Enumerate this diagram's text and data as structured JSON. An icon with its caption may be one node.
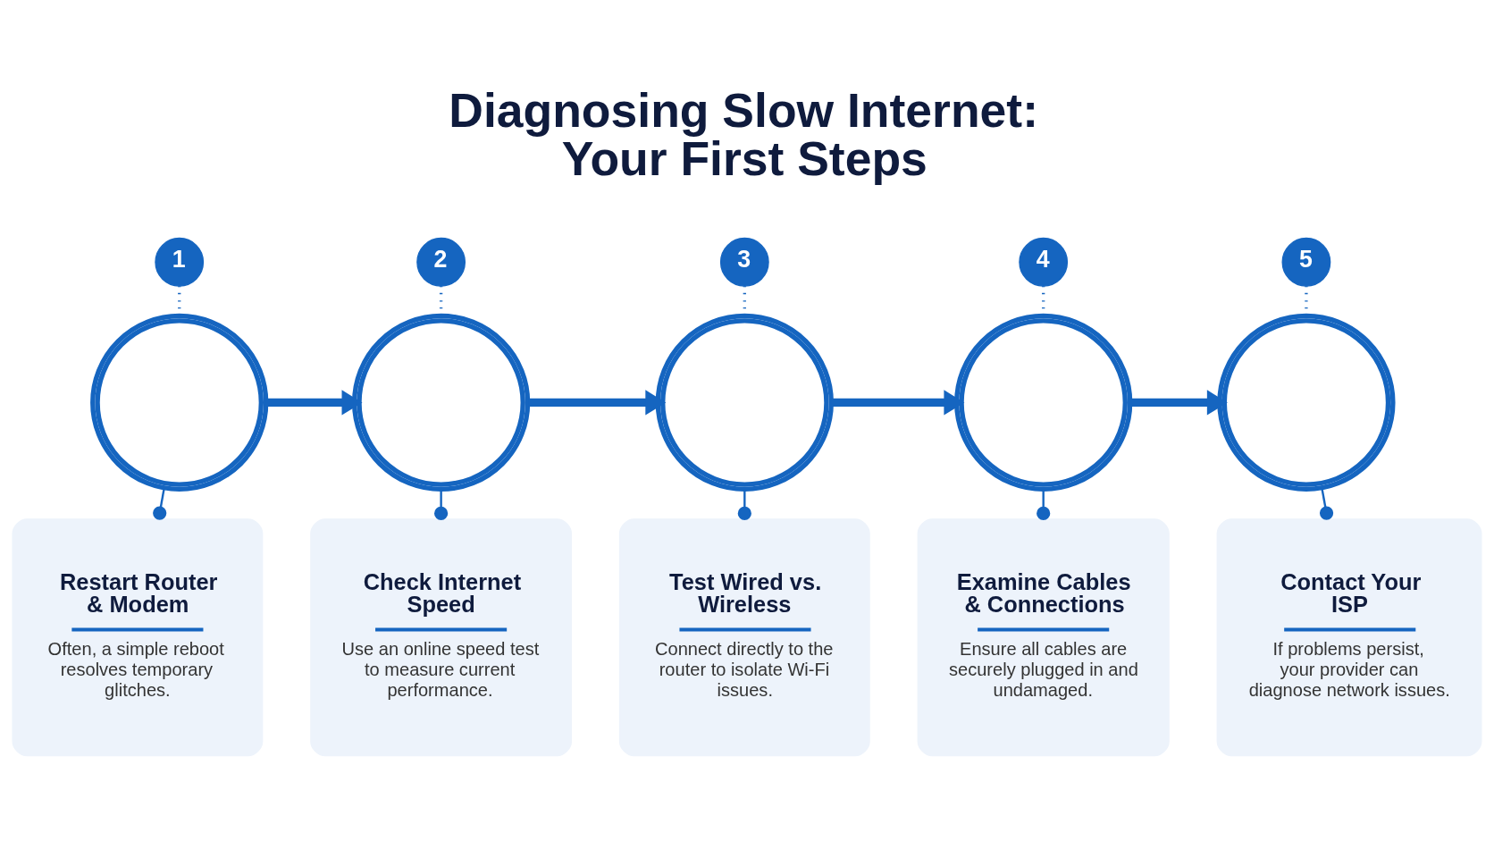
{
  "diagram": {
    "title": "Diagnosing Slow Internet: Your First Steps",
    "nodes": [
      {
        "text": [
          "1"
        ]
      },
      {
        "text": [],
        "shape": "circle"
      },
      {
        "text": [
          "Restart Router & Modem",
          "Often, a simple reboot resolves temporary glitches."
        ]
      },
      {
        "text": [
          "2"
        ]
      },
      {
        "text": [],
        "shape": "circle"
      },
      {
        "text": [
          "Check Internet Speed",
          "Use an online speed test to measure current performance."
        ]
      },
      {
        "text": [
          "3"
        ]
      },
      {
        "text": [],
        "shape": "circle"
      },
      {
        "text": [
          "Test Wired vs. Wireless",
          "Connect directly to the router to isolate Wi-Fi issues."
        ]
      },
      {
        "text": [
          "4"
        ]
      },
      {
        "text": [],
        "shape": "circle"
      },
      {
        "text": [
          "Examine Cables & Connections",
          "Ensure all cables are securely plugged in and undamaged."
        ]
      },
      {
        "text": [
          "5"
        ]
      },
      {
        "text": [],
        "shape": "circle"
      },
      {
        "text": [
          "Contact Your ISP",
          "If problems persist, your provider can diagnose network issues."
        ]
      }
    ],
    "edges": [
      {
        "from": 0,
        "to": 1,
        "arrow": "none",
        "style": "dashed"
      },
      {
        "from": 1,
        "to": 2,
        "arrow": "other"
      },
      {
        "from": 3,
        "to": 4,
        "arrow": "none",
        "style": "dashed"
      },
      {
        "from": 4,
        "to": 5,
        "arrow": "other"
      },
      {
        "from": 6,
        "to": 7,
        "arrow": "none",
        "style": "dashed"
      },
      {
        "from": 7,
        "to": 8,
        "arrow": "other"
      },
      {
        "from": 9,
        "to": 10,
        "arrow": "none",
        "style": "dashed"
      },
      {
        "from": 10,
        "to": 11,
        "arrow": "other"
      },
      {
        "from": 12,
        "to": 13,
        "arrow": "none",
        "style": "dashed"
      },
      {
        "from": 13,
        "to": 14,
        "arrow": "other"
      },
      {
        "from": 1,
        "to": 4,
        "arrow": "to",
        "style": "thick"
      },
      {
        "from": 4,
        "to": 7,
        "arrow": "to",
        "style": "thick"
      },
      {
        "from": 7,
        "to": 10,
        "arrow": "to",
        "style": "thick"
      },
      {
        "from": 10,
        "to": 13,
        "arrow": "to",
        "style": "thick"
      }
    ]
  }
}
